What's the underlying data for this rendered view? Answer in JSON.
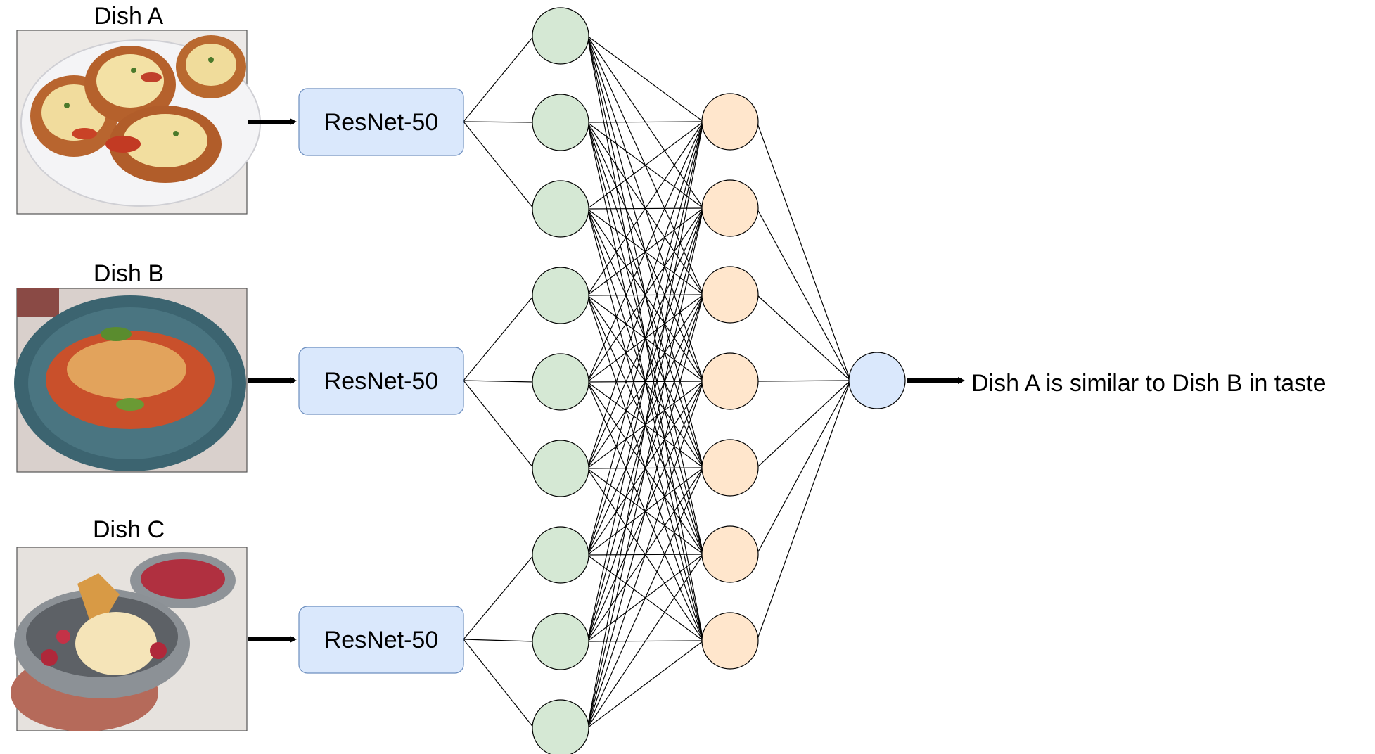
{
  "dishes": [
    {
      "title": "Dish A",
      "photo_icon": "chicken-parmesan-photo"
    },
    {
      "title": "Dish B",
      "photo_icon": "chicken-breast-tomato-sauce-photo"
    },
    {
      "title": "Dish C",
      "photo_icon": "ice-cream-dessert-photo"
    }
  ],
  "encoder_label": "ResNet-50",
  "encoders": [
    "ResNet-50",
    "ResNet-50",
    "ResNet-50"
  ],
  "network": {
    "input_layer_size": 9,
    "hidden_layer_size": 7,
    "output_layer_size": 1
  },
  "output_text": "Dish A is similar to Dish B in taste",
  "colors": {
    "encoder_fill": "#dae8fc",
    "input_node_fill": "#d5e8d4",
    "hidden_node_fill": "#ffe6cc",
    "output_node_fill": "#dae8fc",
    "stroke": "#000000"
  }
}
